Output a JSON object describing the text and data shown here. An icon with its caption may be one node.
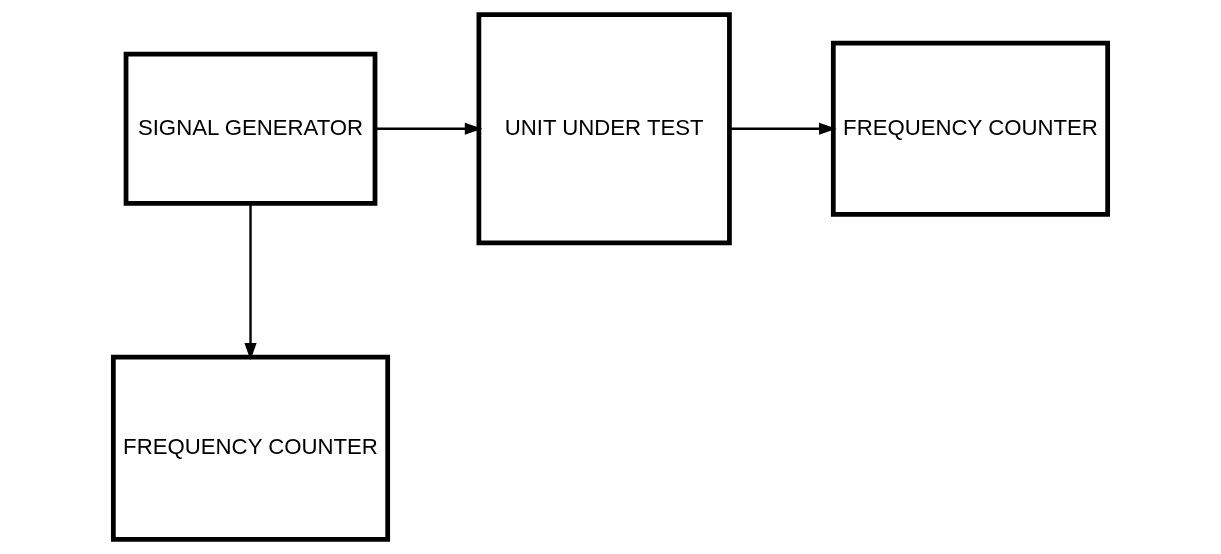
{
  "diagram": {
    "nodes": [
      {
        "text": [
          "SIGNAL GENERATOR"
        ]
      },
      {
        "text": [
          "UNIT UNDER TEST"
        ]
      },
      {
        "text": [
          "FREQUENCY COUNTER"
        ]
      },
      {
        "text": [
          "FREQUENCY COUNTER"
        ]
      }
    ],
    "edges": [
      {
        "from": 0,
        "to": 1,
        "arrow": "to"
      },
      {
        "from": 1,
        "to": 2,
        "arrow": "to"
      },
      {
        "from": 0,
        "to": 3,
        "arrow": "to"
      }
    ]
  }
}
